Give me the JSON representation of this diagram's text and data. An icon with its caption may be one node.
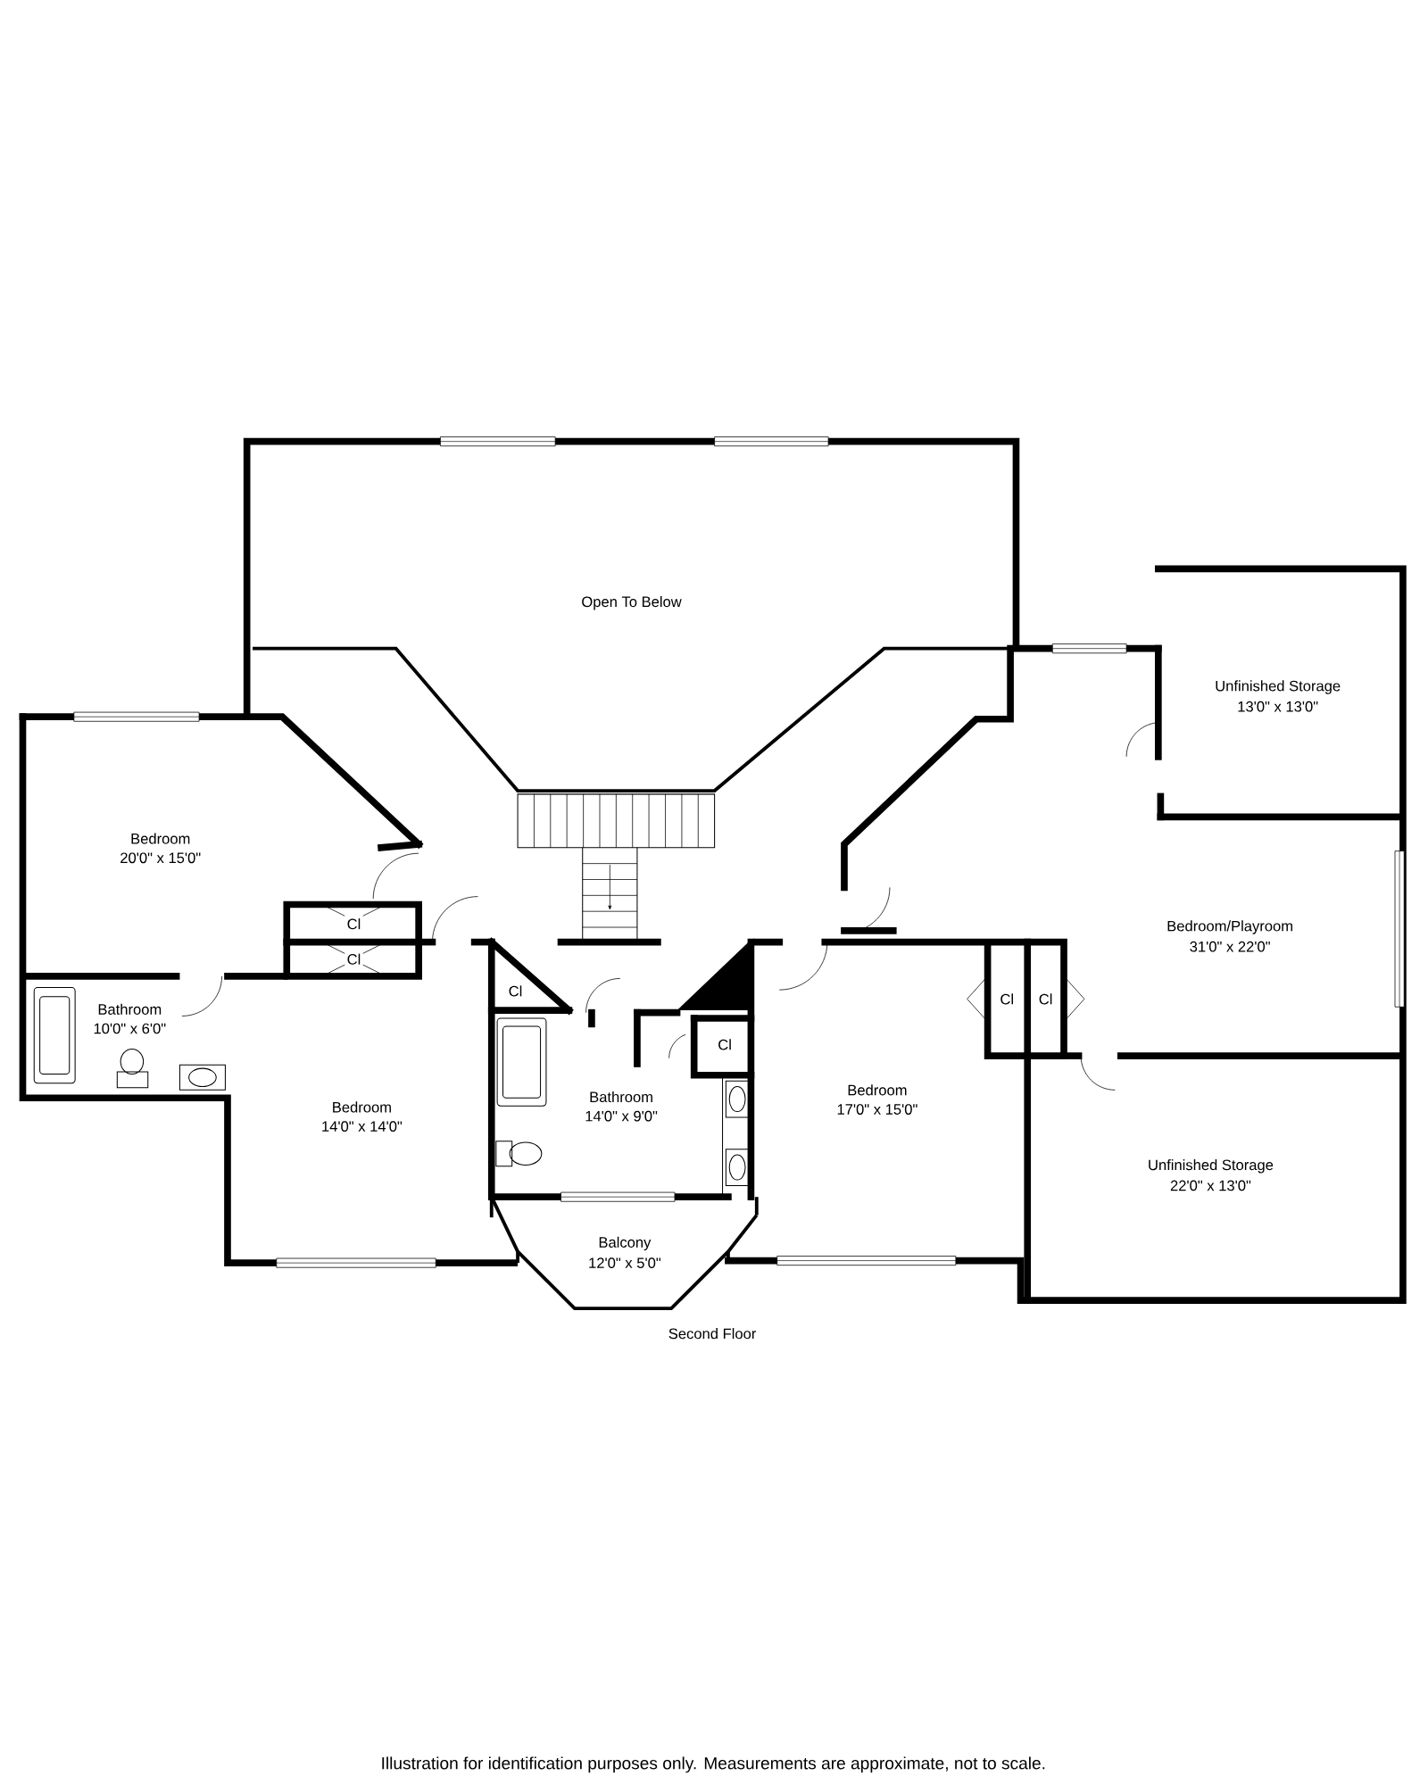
{
  "diagram": {
    "caption": "Second Floor",
    "labels": [
      "Open To Below",
      "Unfinished Storage",
      "13'0\" x 13'0\"",
      "Bedroom",
      "20'0\" x 15'0\"",
      "Cl",
      "Bedroom/Playroom",
      "31'0\" x 22'0\"",
      "Cl",
      "Cl",
      "Cl",
      "Cl",
      "Bathroom",
      "10'0\" x 6'0\"",
      "Cl",
      "Bedroom",
      "17'0\" x 15'0\"",
      "Bathroom",
      "14'0\" x 9'0\"",
      "Bedroom",
      "14'0\" x 14'0\"",
      "Unfinished Storage",
      "22'0\" x 13'0\"",
      "Balcony",
      "12'0\" x 5'0\"",
      "Illustration for identification purposes only. Measurements are approximate, not to scale."
    ]
  }
}
